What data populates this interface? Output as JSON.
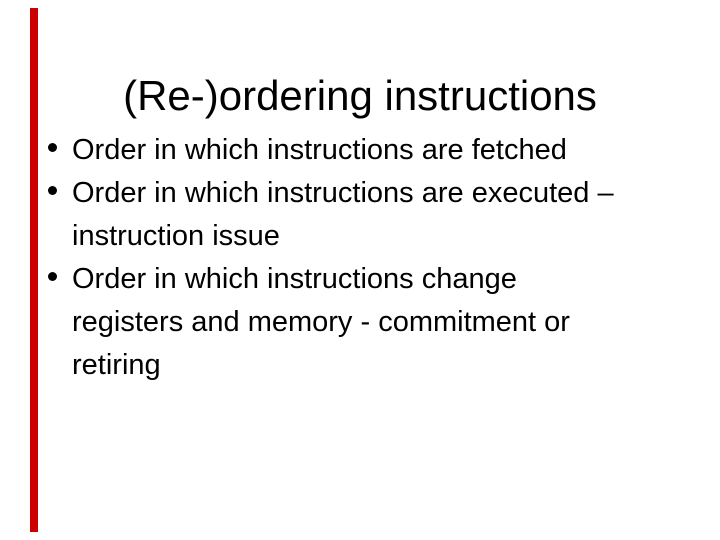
{
  "slide": {
    "title": "(Re-)ordering instructions",
    "bullets": [
      "Order in which instructions are fetched",
      "Order in which instructions are executed –\ninstruction issue",
      "Order in which instructions change\nregisters and memory - commitment or\nretiring"
    ],
    "accent_color": "#cc0000",
    "background_color": "#ffffff",
    "text_color": "#000000"
  }
}
